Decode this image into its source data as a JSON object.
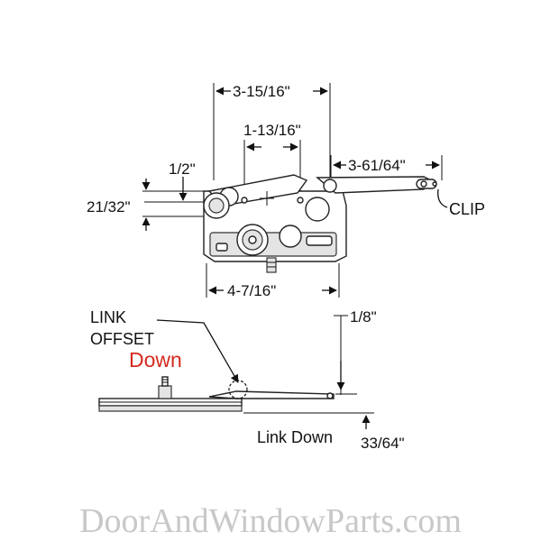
{
  "dimensions": {
    "top_span": "3-15/16\"",
    "pivot_span": "1-13/16\"",
    "arm_span": "3-61/64\"",
    "half": "1/2\"",
    "side": "21/32\"",
    "base": "4-7/16\"",
    "link_rise": "1/8\"",
    "link_drop": "33/64\""
  },
  "labels": {
    "clip": "CLIP",
    "link": "LINK",
    "offset": "OFFSET",
    "down": "Down",
    "link_down": "Link Down"
  },
  "watermark": "DoorAndWindowParts.com",
  "colors": {
    "accent": "#d42a1e",
    "watermark": "#c8c8c8"
  }
}
